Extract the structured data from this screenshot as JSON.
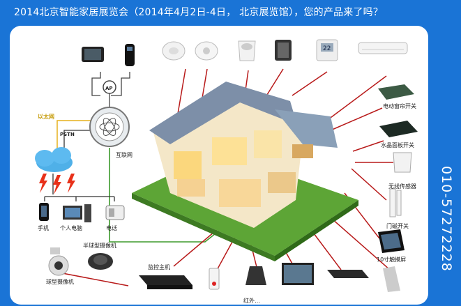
{
  "header": {
    "title": "2014北京智能家居展览会（2014年4月2日-4日， 北京展览馆），您的产品来了吗？"
  },
  "side": {
    "phone": "010-57272228"
  },
  "network": {
    "ap": "AP",
    "ethernet": "以太网",
    "pstn": "PSTN",
    "internet": "互联网"
  },
  "devices": {
    "phone": "手机",
    "pc": "个人电脑",
    "telephone": "电话",
    "dome_camera": "半球型摄像机",
    "ball_camera": "球型摄像机",
    "host": "监控主机",
    "curtain": "电动窗帘开关",
    "crystal": "水晶面板开关",
    "wireless": "无线传感器",
    "door": "门磁开关",
    "touch": "10寸触摸屏",
    "bottom_partial": "红外…"
  },
  "thermostat_display": "22",
  "colors": {
    "page_bg": "#1a74d6",
    "panel_bg": "#ffffff",
    "line_red": "#b81a1a",
    "line_green": "#3d9a2c",
    "line_yellow": "#e6b01d"
  }
}
